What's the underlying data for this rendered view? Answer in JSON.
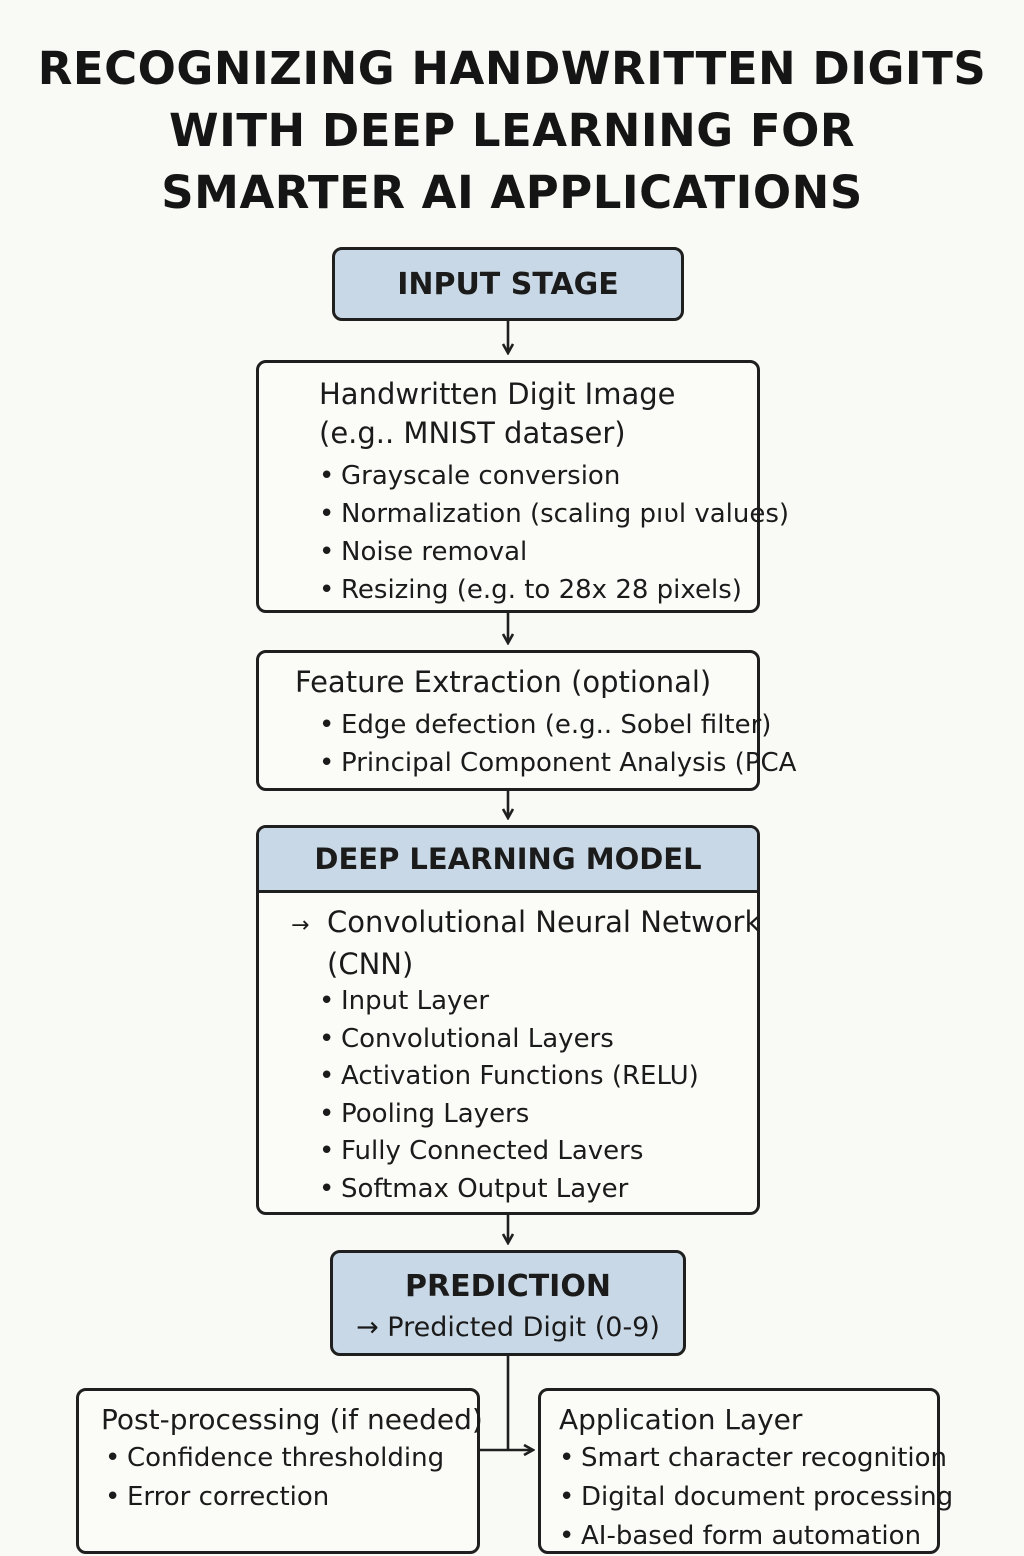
{
  "title": {
    "line1": "RECOGNIZING HANDWRITTEN DIGITS",
    "line2": "WITH DEEP LEARNING FOR",
    "line3": "SMARTER AI APPLICATIONS"
  },
  "input_stage": {
    "label": "INPUT STAGE"
  },
  "handwritten": {
    "title_line1": "Handwritten Digit Image",
    "title_line2": "(e.g.. MNIST dataser)",
    "items": [
      "Grayscale conversion",
      "Normalization (scaling pıʋl values)",
      "Noise removal",
      "Resizing (e.g. to 28x 28 pixels)"
    ]
  },
  "feature": {
    "title": "Feature Extraction (optional)",
    "items": [
      "Edge defection (e.g.. Sobel filter)",
      "Principal Component Analysis (PCA"
    ]
  },
  "deep": {
    "header": "DEEP LEARNING MODEL",
    "arrow_line1": "Convolutional Neural Network",
    "arrow_line2": "(CNN)",
    "items": [
      "Input Layer",
      "Convolutional Layers",
      "Activation Functions (RELU)",
      "Pooling Layers",
      "Fully Connected Lavers",
      "Softmax Output Layer"
    ]
  },
  "prediction": {
    "label": "PREDICTION",
    "sub": "Predicted Digit (0-9)"
  },
  "post": {
    "title": "Post-processing (if needed)",
    "items": [
      "Confidence thresholding",
      "Error correction"
    ]
  },
  "app": {
    "title": "Application Layer",
    "items": [
      "Smart character recognition",
      "Digital document processing",
      "AI-based form automation"
    ]
  },
  "colors": {
    "accent_fill": "#c9d8e6",
    "stroke": "#1f1f1f",
    "background": "#f9f9f5"
  },
  "icons": {
    "bullet": "•",
    "arrow": "→"
  }
}
